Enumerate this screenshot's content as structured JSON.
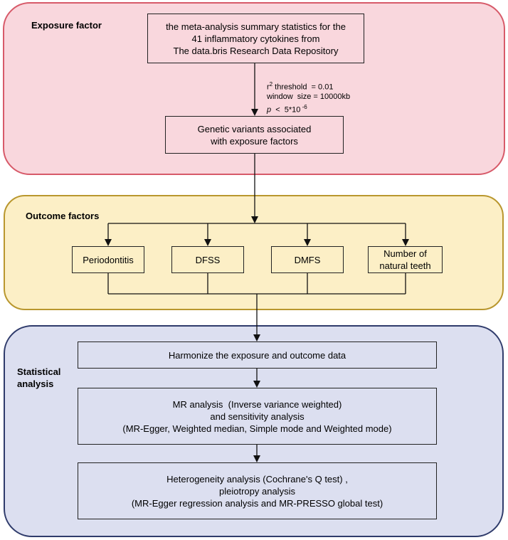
{
  "exposure": {
    "label": "Exposure factor",
    "source_box": [
      "the meta-analysis summary statistics for the",
      "41 inflammatory cytokines from",
      "The data.bris Research Data Repository"
    ],
    "params": {
      "r2_base": "r",
      "r2_sup": "2",
      "r2_rest": " threshold  = 0.01",
      "window": "window  size = 10000kb",
      "p_var": "p",
      "p_rest": "  <  5*10",
      "p_sup": " -6"
    },
    "variants_box": [
      "Genetic variants associated",
      "with exposure factors"
    ]
  },
  "outcome": {
    "label": "Outcome factors",
    "boxes": [
      [
        "Periodontitis"
      ],
      [
        "DFSS"
      ],
      [
        "DMFS"
      ],
      [
        "Number of",
        "natural teeth"
      ]
    ]
  },
  "statistical": {
    "label": [
      "Statistical",
      "analysis"
    ],
    "harmonize_box": [
      "Harmonize the exposure and outcome data"
    ],
    "mr_box": [
      "MR analysis  (Inverse variance weighted)",
      "and sensitivity analysis",
      "(MR-Egger, Weighted median, Simple mode and Weighted mode)"
    ],
    "hetero_box": [
      "Heterogeneity analysis (Cochrane's Q test) ,",
      "pleiotropy analysis",
      "(MR-Egger regression analysis and MR-PRESSO global test)"
    ]
  }
}
